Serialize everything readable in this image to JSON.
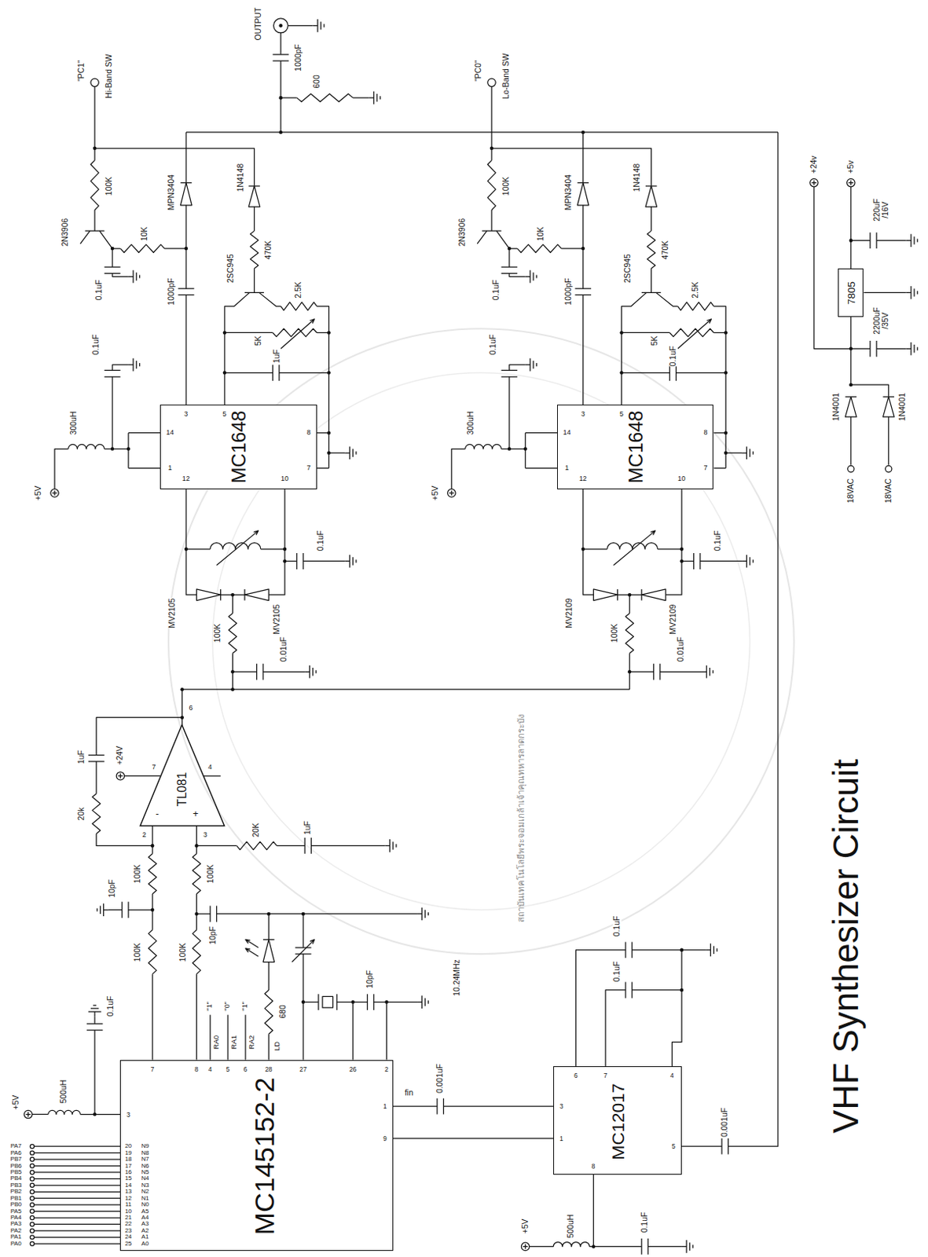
{
  "diagram": {
    "title": "VHF Synthesizer Circuit",
    "nodes": [
      {
        "text": [
          "MC1648"
        ]
      },
      {
        "text": [
          "MC1648"
        ]
      },
      {
        "text": [
          "TL081"
        ]
      },
      {
        "text": [
          "MC145152-2"
        ]
      },
      {
        "text": [
          "MC12017"
        ]
      },
      {
        "text": [
          "7805"
        ]
      }
    ],
    "edges": [
      {
        "from": 3,
        "to": 4,
        "arrow": "none"
      }
    ],
    "labels": [
      "\"PC1\"",
      "Hi-Band SW",
      "100K",
      "2N3906",
      "10K",
      "0.1uF",
      "MPN3404",
      "1N4148",
      "1000pF",
      "470K",
      "2SC945",
      "2.5K",
      "5K",
      "0.1uF",
      "1uF",
      "300uH",
      "+5V",
      "3",
      "5",
      "14",
      "1",
      "12",
      "10",
      "8",
      "7",
      "0.1uF",
      "MV2105",
      "MV2105",
      "100K",
      "0.01uF",
      "\"PC0\"",
      "Lo-Band SW",
      "100K",
      "2N3906",
      "10K",
      "0.1uF",
      "MPN3404",
      "1N4148",
      "1000pF",
      "470K",
      "2SC945",
      "2.5K",
      "5K",
      "0.1uF",
      "0.1uF",
      "300uH",
      "+5V",
      "3",
      "5",
      "14",
      "1",
      "12",
      "10",
      "8",
      "7",
      "0.1uF",
      "MV2109",
      "MV2109",
      "100K",
      "0.01uF",
      "OUTPUT",
      "1000pF",
      "600",
      "1uF",
      "20k",
      "+24V",
      "7",
      "6",
      "4",
      "2",
      "3",
      "-",
      "+",
      "20K",
      "1uF",
      "100K",
      "100K",
      "10pF",
      "10pF",
      "100K",
      "100K",
      "680",
      "10.24MHz",
      "10pF",
      "\"1\"",
      "\"0\"",
      "\"1\"",
      "RA0",
      "RA1",
      "RA2",
      "LD",
      "0.1uF",
      "500uH",
      "+5V",
      "7",
      "8",
      "4",
      "5",
      "6",
      "28",
      "27",
      "26",
      "2",
      "3",
      "20",
      "N9",
      "PA7",
      "19",
      "N8",
      "PA6",
      "18",
      "N7",
      "PB7",
      "17",
      "N6",
      "PB6",
      "16",
      "N5",
      "PB5",
      "15",
      "N4",
      "PB4",
      "14",
      "N3",
      "PB3",
      "13",
      "N2",
      "PB2",
      "12",
      "N1",
      "PB1",
      "11",
      "N0",
      "PB0",
      "10",
      "A5",
      "PA5",
      "21",
      "A4",
      "PA4",
      "22",
      "A3",
      "PA3",
      "23",
      "A2",
      "PA2",
      "24",
      "A1",
      "PA1",
      "25",
      "A0",
      "PA0",
      "1",
      "fin",
      "9",
      "0.001uF",
      "6",
      "7",
      "4",
      "3",
      "1",
      "8",
      "5",
      "0.1uF",
      "0.1uF",
      "0.001uF",
      "+5V",
      "500uH",
      "0.1uF",
      "+24v",
      "+5v",
      "220uF /16V",
      "2200uF /35V",
      "1N4001",
      "1N4001",
      "18VAC",
      "18VAC",
      "สถาบันเทคโนโลยีพระจอมเกล้าเจ้าคุณทหารลาดกระบัง"
    ]
  }
}
